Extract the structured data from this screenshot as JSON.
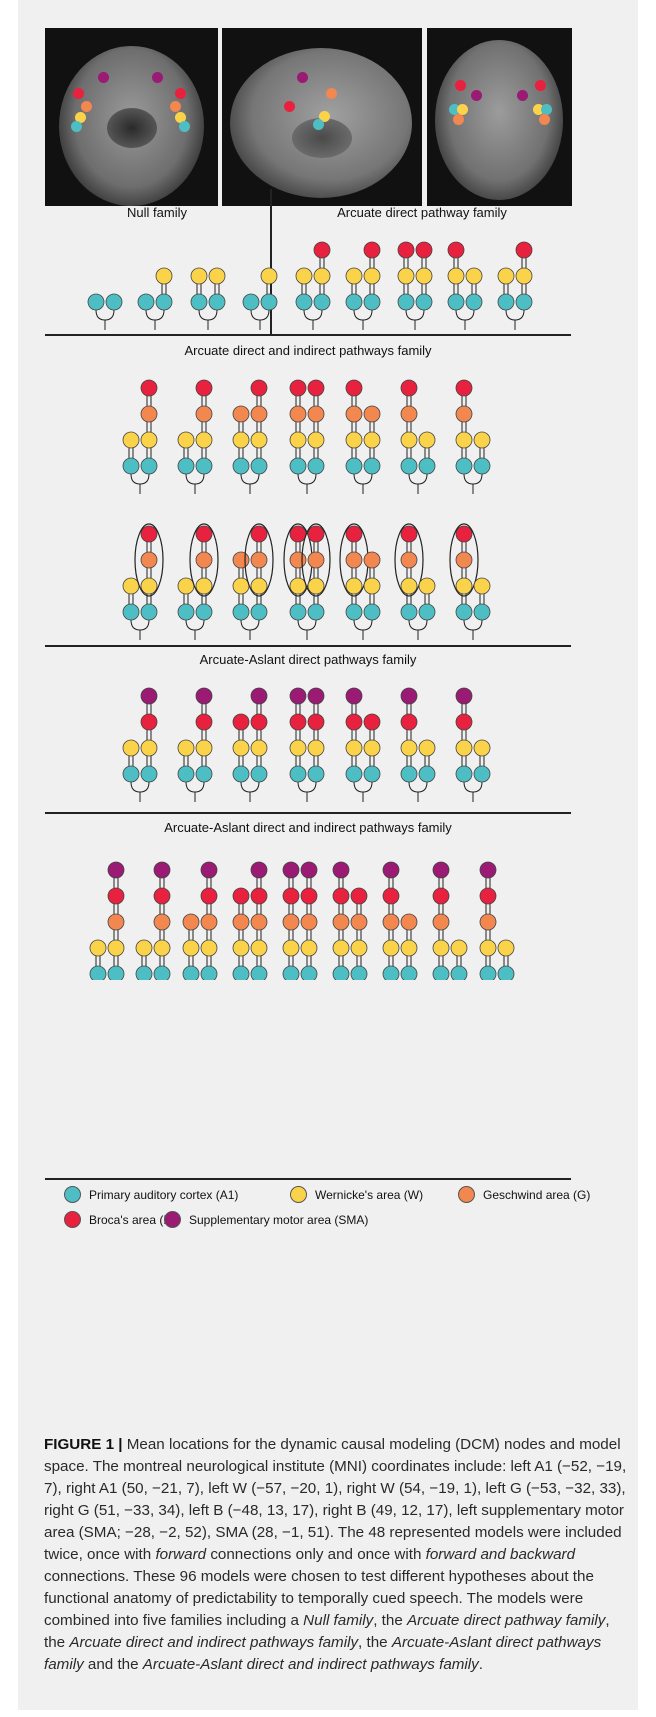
{
  "node_colors": {
    "A1": "#4dbfc4",
    "W": "#fbd34a",
    "G": "#f2874f",
    "B": "#e8213f",
    "SMA": "#9a1a74"
  },
  "families": {
    "null": "Null family",
    "arcuate_direct": "Arcuate direct pathway family",
    "arcuate_direct_indirect": "Arcuate direct and indirect pathways family",
    "aslant_direct": "Arcuate-Aslant direct pathways family",
    "aslant_direct_indirect": "Arcuate-Aslant direct and indirect pathways family"
  },
  "legend": [
    {
      "node": "A1",
      "label": "Primary auditory cortex (A1)"
    },
    {
      "node": "W",
      "label": "Wernicke's area (W)"
    },
    {
      "node": "G",
      "label": "Geschwind area (G)"
    },
    {
      "node": "B",
      "label": "Broca's area (B)"
    },
    {
      "node": "SMA",
      "label": "Supplementary motor area (SMA)"
    }
  ],
  "caption": {
    "figure_label": "FIGURE 1 |",
    "text_1": " Mean locations for the dynamic causal modeling (DCM) nodes and model space. The montreal neurological institute (MNI) coordinates include: left A1 (−52, −19, 7), right A1 (50, −21, 7), left W (−57, −20, 1), right W (54, −19, 1), left G (−53, −32, 33), right G (51, −33, 34), left B (−48, 13, 17), right B (49, 12, 17), left supplementary motor area (SMA; −28, −2, 52), SMA (28, −1, 51). The 48 represented models were included twice, once with ",
    "em_1": "forward",
    "text_2": " connections only and once with ",
    "em_2": "forward and backward",
    "text_3": " connections. These 96 models were chosen to test different hypotheses about the functional anatomy of predictability to temporally cued speech. The models were combined into five families including a ",
    "em_3": "Null family",
    "text_4": ", the ",
    "em_4": "Arcuate direct pathway family",
    "text_5": ", the ",
    "em_5": "Arcuate direct and indirect pathways family",
    "text_6": ", the ",
    "em_6": "Arcuate-Aslant direct pathways family",
    "text_7": " and the ",
    "em_7": "Arcuate-Aslant direct and indirect pathways family",
    "text_8": "."
  }
}
